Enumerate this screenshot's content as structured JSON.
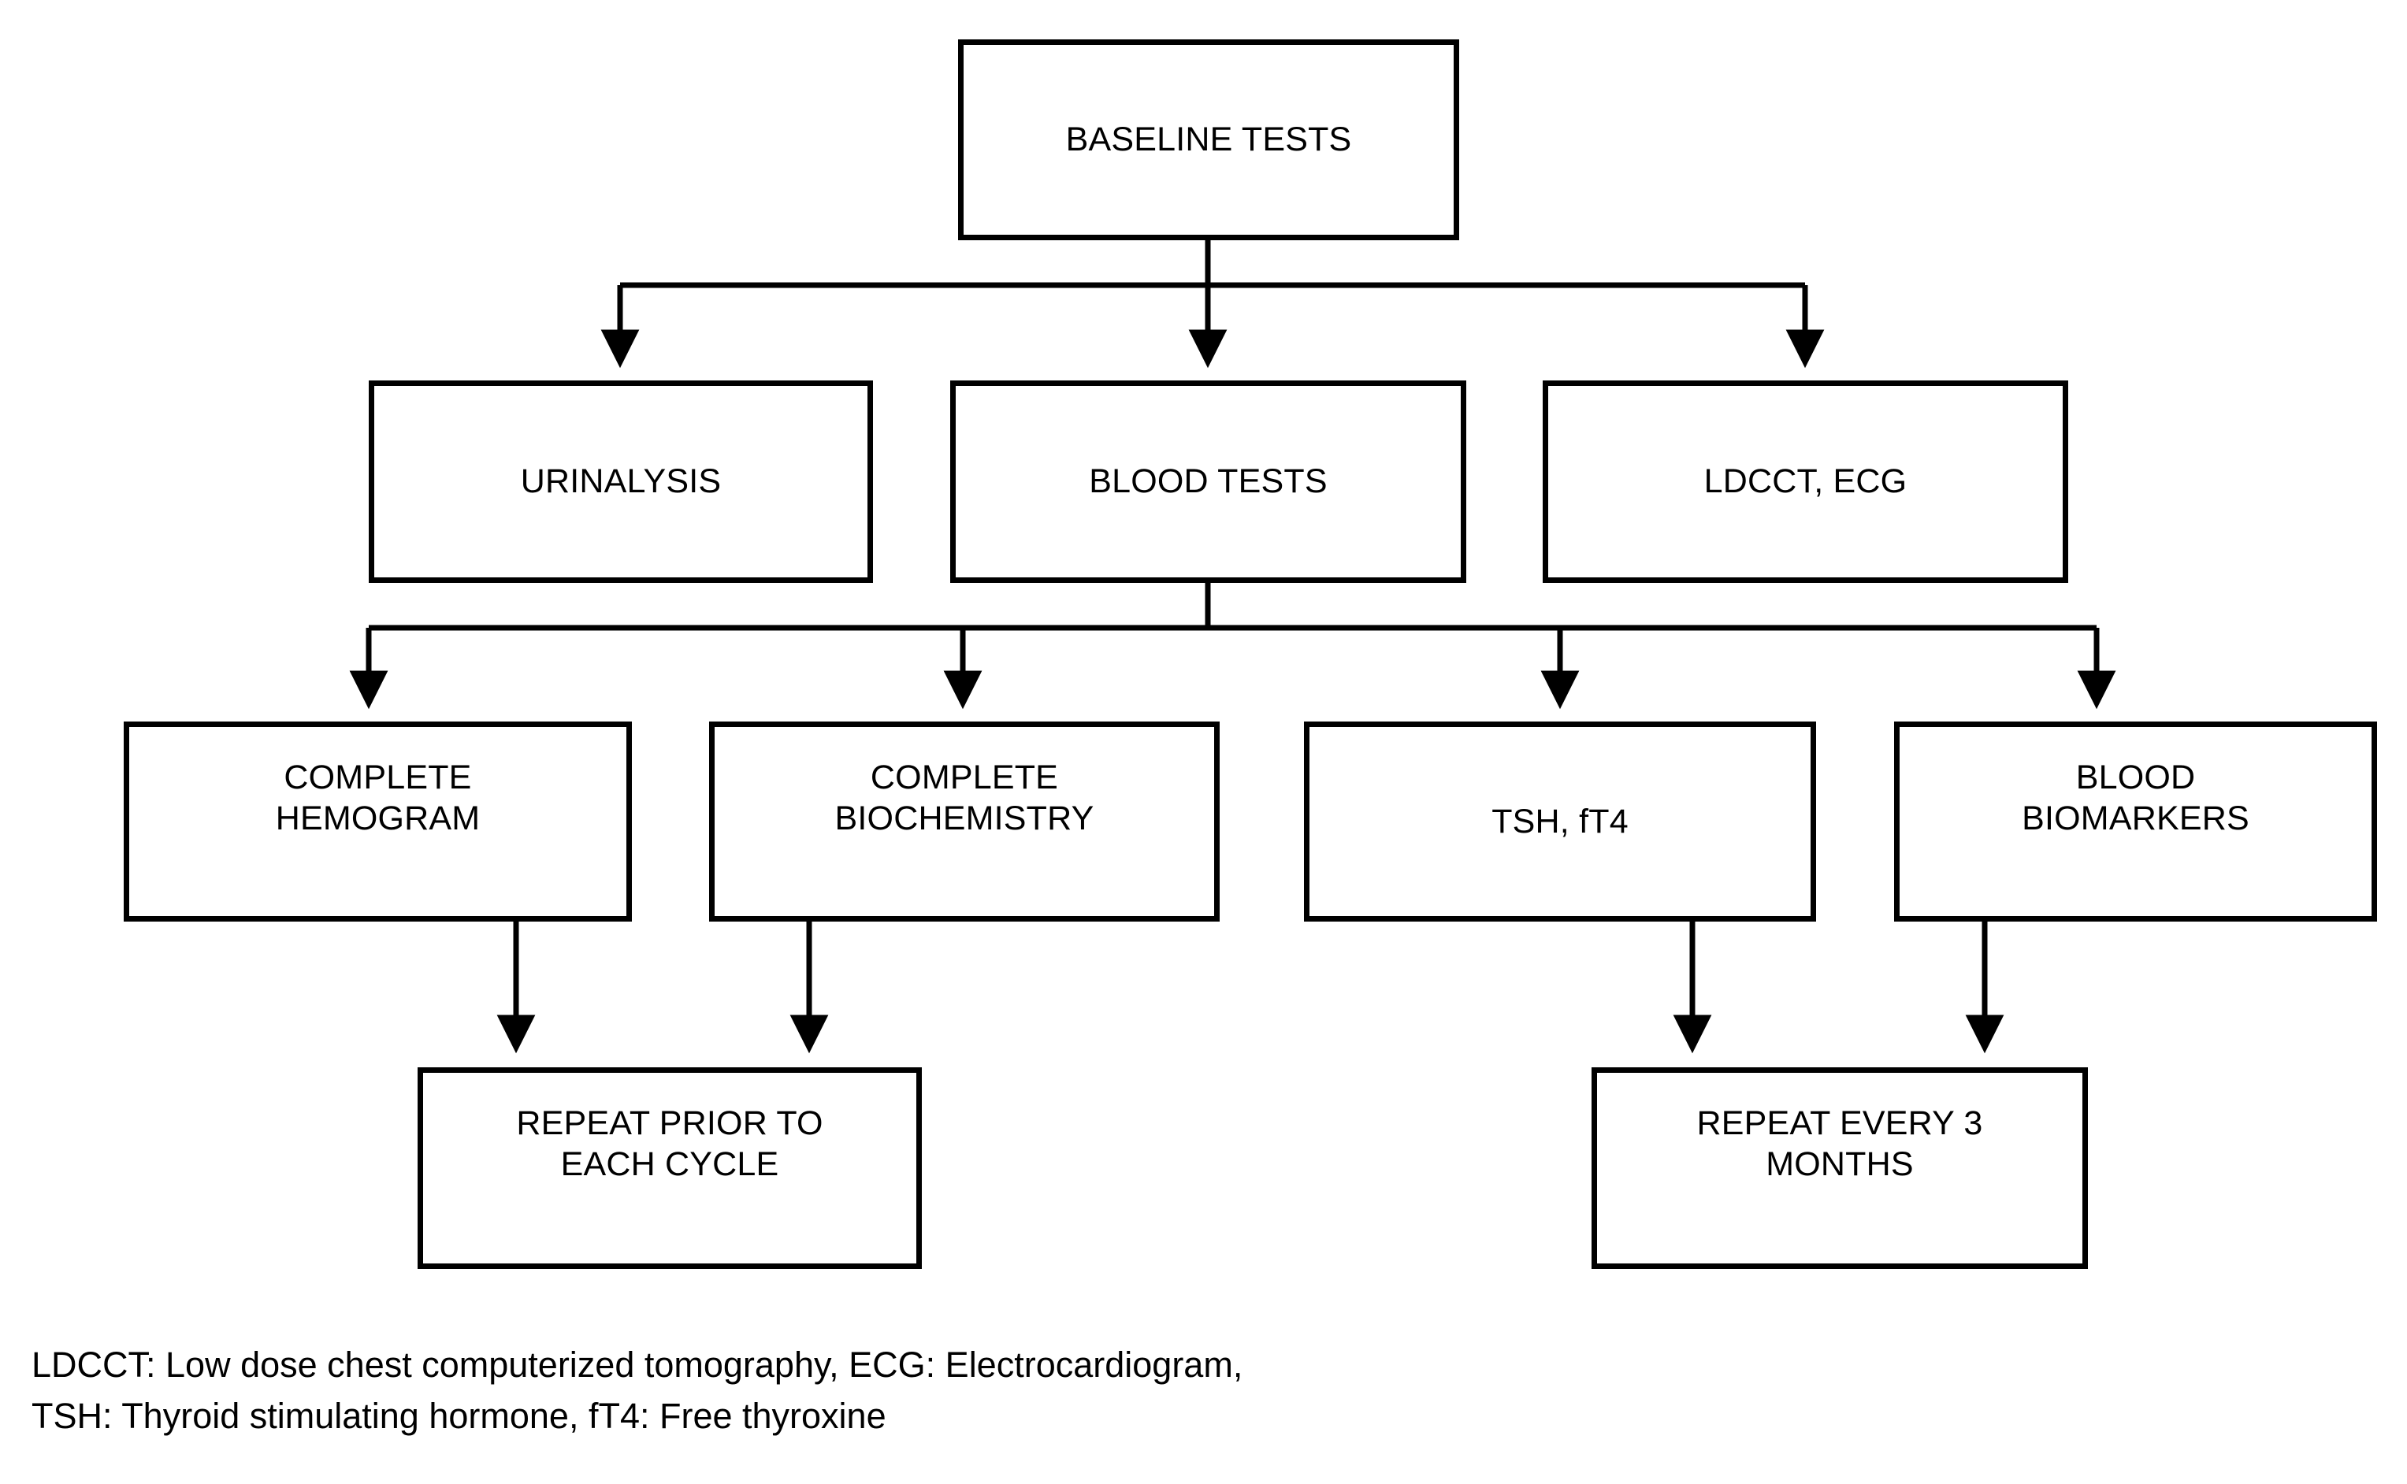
{
  "diagram": {
    "title": "Baseline tests flowchart",
    "stroke_color": "#000000",
    "background_color": "#ffffff",
    "nodes": [
      {
        "id": "baseline",
        "label": "BASELINE TESTS"
      },
      {
        "id": "urinalysis",
        "label": "URINALYSIS"
      },
      {
        "id": "blood-tests",
        "label": "BLOOD TESTS"
      },
      {
        "id": "ldcct-ecg",
        "label": "LDCCT, ECG"
      },
      {
        "id": "hemogram",
        "label": "COMPLETE\nHEMOGRAM"
      },
      {
        "id": "biochemistry",
        "label": "COMPLETE\nBIOCHEMISTRY"
      },
      {
        "id": "tsh-ft4",
        "label": "TSH, fT4"
      },
      {
        "id": "biomarkers",
        "label": "BLOOD\nBIOMARKERS"
      },
      {
        "id": "repeat-cycle",
        "label": "REPEAT PRIOR TO\nEACH CYCLE"
      },
      {
        "id": "repeat-months",
        "label": "REPEAT EVERY 3\nMONTHS"
      }
    ],
    "edges": [
      {
        "from": "baseline",
        "to": "urinalysis"
      },
      {
        "from": "baseline",
        "to": "blood-tests"
      },
      {
        "from": "baseline",
        "to": "ldcct-ecg"
      },
      {
        "from": "blood-tests",
        "to": "hemogram"
      },
      {
        "from": "blood-tests",
        "to": "biochemistry"
      },
      {
        "from": "blood-tests",
        "to": "tsh-ft4"
      },
      {
        "from": "blood-tests",
        "to": "biomarkers"
      },
      {
        "from": "hemogram",
        "to": "repeat-cycle"
      },
      {
        "from": "biochemistry",
        "to": "repeat-cycle"
      },
      {
        "from": "tsh-ft4",
        "to": "repeat-months"
      },
      {
        "from": "biomarkers",
        "to": "repeat-months"
      }
    ],
    "legend": {
      "line1": "LDCCT: Low dose chest computerized tomography, ECG: Electrocardiogram,",
      "line2": "TSH: Thyroid stimulating hormone, fT4: Free thyroxine",
      "text": "LDCCT: Low dose chest computerized tomography, ECG: Electrocardiogram,\nTSH: Thyroid stimulating hormone, fT4: Free thyroxine"
    }
  }
}
